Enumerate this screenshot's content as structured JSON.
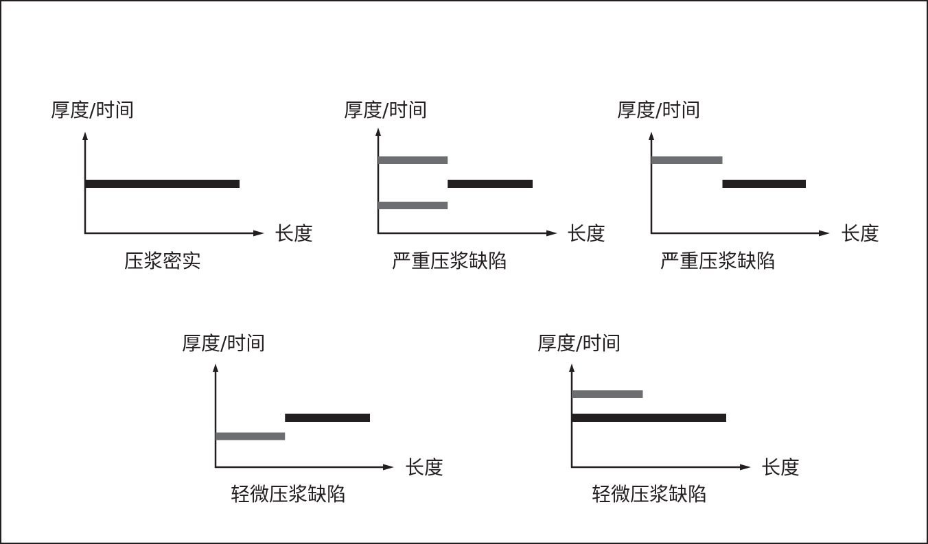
{
  "colors": {
    "axis": "#231f20",
    "dark_bar": "#231f20",
    "gray_bar": "#6d6e71"
  },
  "panels": [
    {
      "y_label": "厚度/时间",
      "x_label": "长度",
      "caption": "压浆密实",
      "bars": [
        {
          "tone": "dark",
          "x_start": 0,
          "x_end": 1.0,
          "level": 0.48
        }
      ]
    },
    {
      "y_label": "厚度/时间",
      "x_label": "长度",
      "caption": "严重压浆缺陷",
      "bars": [
        {
          "tone": "gray",
          "x_start": 0,
          "x_end": 0.45,
          "level": 0.71
        },
        {
          "tone": "dark",
          "x_start": 0.45,
          "x_end": 1.0,
          "level": 0.48
        },
        {
          "tone": "gray",
          "x_start": 0,
          "x_end": 0.45,
          "level": 0.27
        }
      ]
    },
    {
      "y_label": "厚度/时间",
      "x_label": "长度",
      "caption": "严重压浆缺陷",
      "bars": [
        {
          "tone": "gray",
          "x_start": 0,
          "x_end": 0.46,
          "level": 0.71
        },
        {
          "tone": "dark",
          "x_start": 0.46,
          "x_end": 1.0,
          "level": 0.48
        }
      ]
    },
    {
      "y_label": "厚度/时间",
      "x_label": "长度",
      "caption": "轻微压浆缺陷",
      "bars": [
        {
          "tone": "gray",
          "x_start": 0,
          "x_end": 0.45,
          "level": 0.3
        },
        {
          "tone": "dark",
          "x_start": 0.45,
          "x_end": 1.0,
          "level": 0.48
        }
      ]
    },
    {
      "y_label": "厚度/时间",
      "x_label": "长度",
      "caption": "轻微压浆缺陷",
      "bars": [
        {
          "tone": "gray",
          "x_start": 0,
          "x_end": 0.46,
          "level": 0.71
        },
        {
          "tone": "dark",
          "x_start": 0,
          "x_end": 1.0,
          "level": 0.48
        }
      ]
    }
  ]
}
